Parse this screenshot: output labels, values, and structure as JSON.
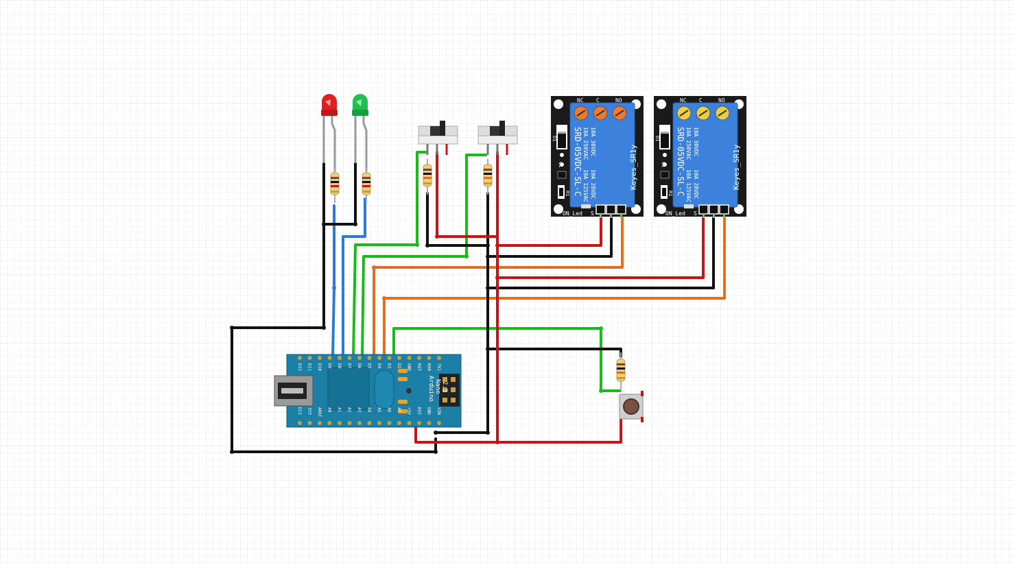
{
  "colors": {
    "grid_minor": "#ececec",
    "grid_major": "#dedede",
    "wire_black": "#111111",
    "wire_red": "#c81414",
    "wire_green": "#1cb81c",
    "wire_blue": "#2d7ad6",
    "wire_orange": "#e07020",
    "pcb_blue": "#1b7fa6",
    "relay_blue": "#3c82dc",
    "module_black": "#1a1a1a",
    "led_red": "#e02020",
    "led_green": "#20c050"
  },
  "arduino": {
    "name": "Arduino",
    "model": "Nano",
    "version": "2.3",
    "top_pins": [
      "D12",
      "D11",
      "D10",
      "D9",
      "D8",
      "D7",
      "D6",
      "D5",
      "D4",
      "D3",
      "D2",
      "GND",
      "RST",
      "RX0",
      "TX1"
    ],
    "bottom_pins": [
      "D13",
      "3V3",
      "AREF",
      "A0",
      "A1",
      "A2",
      "A3",
      "A4",
      "A5",
      "A6",
      "A7",
      "+5V",
      "RST",
      "GND",
      "VIN"
    ],
    "icsp_label": "ICSP"
  },
  "relays": [
    {
      "label": "Keyes_SR1y",
      "part_number": "SRD-05VDC-SL-C",
      "ratings": [
        "10A 250VAC",
        "10A 125VAC",
        "10A 30VDC",
        "10A 28VDC"
      ],
      "terminals": [
        "NC",
        "C",
        "NO"
      ],
      "screw_style": "orange",
      "diode_label": "D1",
      "transistor_label": "Q1",
      "resistor_label": "R1",
      "led_label": "ON_Led",
      "signal_label": "S"
    },
    {
      "label": "Keyes_SR1y",
      "part_number": "SRD-05VDC-SL-C",
      "ratings": [
        "10A 250VAC",
        "10A 125VAC",
        "10A 30VDC",
        "10A 28VDC"
      ],
      "terminals": [
        "NC",
        "C",
        "NO"
      ],
      "screw_style": "yellow",
      "diode_label": "D1",
      "transistor_label": "Q1",
      "resistor_label": "R1",
      "led_label": "ON_Led",
      "signal_label": "S"
    }
  ]
}
